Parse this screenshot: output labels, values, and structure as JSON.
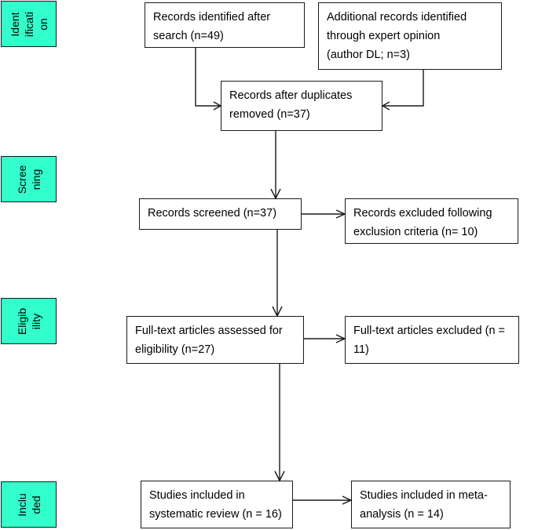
{
  "stages": [
    {
      "id": "identification",
      "label": "Ident\nificati\non"
    },
    {
      "id": "screening",
      "label": "Scree\nning"
    },
    {
      "id": "eligibility",
      "label": "Eligib\nility"
    },
    {
      "id": "included",
      "label": "Inclu\nded"
    }
  ],
  "boxes": {
    "search": "Records identified after\nsearch (n=49)",
    "expert": "Additional records identified\nthrough expert opinion\n(author DL; n=3)",
    "dedup": "Records after duplicates\nremoved (n=37)",
    "screened": "Records screened (n=37)",
    "excluded_screen": "Records excluded following\nexclusion criteria (n= 10)",
    "fulltext": "Full-text articles assessed for\neligibility (n=27)",
    "excluded_fulltext": "Full-text articles excluded (n =\n11)",
    "systematic": "Studies included in\nsystematic review (n = 16)",
    "meta": "Studies included in meta-\nanalysis (n = 14)"
  },
  "colors": {
    "stage_fill": "#33ffcc",
    "border": "#1a1a1a",
    "text": "#000000"
  }
}
